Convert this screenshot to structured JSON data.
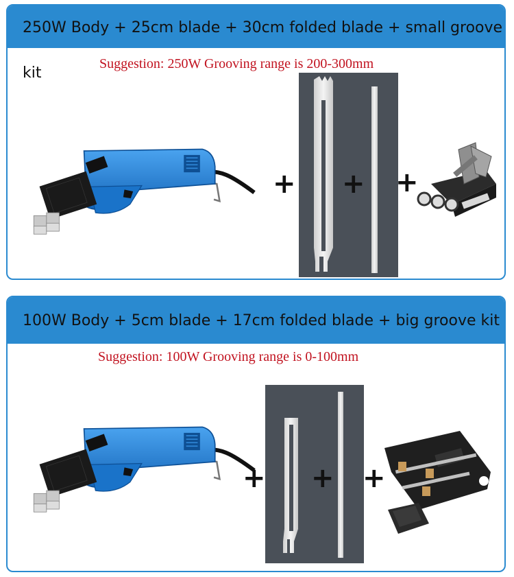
{
  "section_top": {
    "title": "250W Body + 25cm blade + 30cm folded blade + small groove kit",
    "suggestion": "Suggestion: 250W Grooving range is 200-300mm"
  },
  "section_bottom": {
    "title": "100W Body + 5cm blade + 17cm folded blade + big groove kit",
    "suggestion": "Suggestion: 100W Grooving range is 0-100mm"
  },
  "plus_sign": "+",
  "colors": {
    "header_blue": "#2a8ad0",
    "suggestion_red": "#c1121f",
    "tool_blue": "#1f7fd6",
    "blade_board": "#4a5058"
  },
  "icons": [
    "hot-knife-icon",
    "straight-blade-icon",
    "folded-blade-icon",
    "groove-kit-icon"
  ]
}
